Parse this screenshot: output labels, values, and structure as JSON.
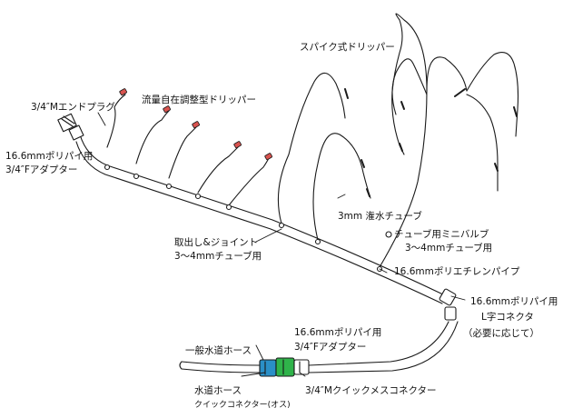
{
  "labels": {
    "end_plug": "3/4″Mエンドプラグ",
    "adapter_top_1": "16.6mmポリパイ用",
    "adapter_top_2": "3/4″Fアダプター",
    "dripper_flow": "流量自在調整型ドリッパー",
    "spike_dripper": "スパイク式ドリッパー",
    "irrigation_tube": "3mm 潅水チューブ",
    "tube_valve_1": "チューブ用ミニバルブ",
    "tube_valve_2": "3～4mmチューブ用",
    "takeout_1": "取出し&ジョイント",
    "takeout_2": "3～4mmチューブ用",
    "pe_pipe": "16.6mmポリエチレンパイプ",
    "l_conn_1": "16.6mmポリパイ用",
    "l_conn_2": "L字コネクタ",
    "l_conn_3": "（必要に応じて）",
    "adapter_bottom_1": "16.6mmポリパイ用",
    "adapter_bottom_2": "3/4″Fアダプター",
    "hose": "一般水道ホース",
    "hose_conn_1": "水道ホース",
    "hose_conn_2": "クイックコネクター(オス)",
    "quick_conn": "3/4″Mクイックメスコネクター"
  },
  "colors": {
    "line": "#1a1a1a",
    "dripper_red": "#d9534f",
    "connector_blue": "#2a8fc7",
    "connector_green": "#2fb34a"
  }
}
